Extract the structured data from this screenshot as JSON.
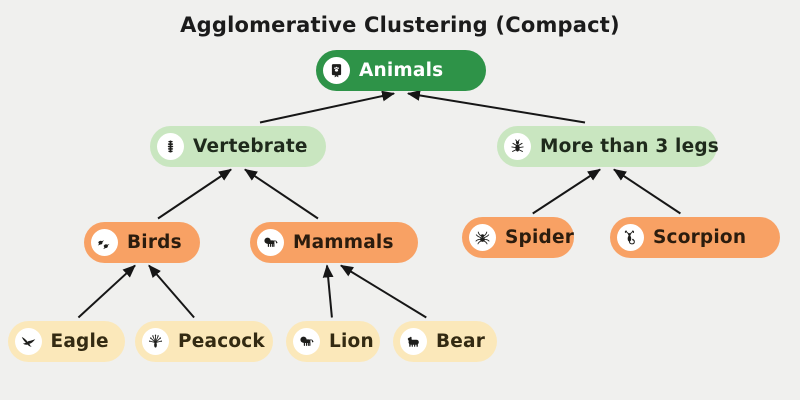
{
  "title": "Agglomerative Clustering (Compact)",
  "colors": {
    "background": "#f0f0ee",
    "edge": "#161616",
    "title_text": "#1b1b1b",
    "icon_badge_background": "#ffffff",
    "icon_glyph": "#1e1e1c",
    "node_styles": {
      "root": {
        "fill": "#2e9348",
        "text": "#ffffff"
      },
      "cluster": {
        "fill": "#c9e6c0",
        "text": "#1f2a1c"
      },
      "subcluster": {
        "fill": "#f8a164",
        "text": "#2b1c0e"
      },
      "leaf": {
        "fill": "#fbe8ba",
        "text": "#332a12"
      }
    }
  },
  "nodes": [
    {
      "id": "animals",
      "label": "Animals",
      "style": "root",
      "icon": "book-paw-icon"
    },
    {
      "id": "vertebrate",
      "label": "Vertebrate",
      "style": "cluster",
      "icon": "spine-icon"
    },
    {
      "id": "morelegs",
      "label": "More than 3 legs",
      "style": "cluster",
      "icon": "bug-icon"
    },
    {
      "id": "birds",
      "label": "Birds",
      "style": "subcluster",
      "icon": "birds-icon"
    },
    {
      "id": "mammals",
      "label": "Mammals",
      "style": "subcluster",
      "icon": "lion-icon"
    },
    {
      "id": "spider",
      "label": "Spider",
      "style": "subcluster",
      "icon": "spider-icon"
    },
    {
      "id": "scorpion",
      "label": "Scorpion",
      "style": "subcluster",
      "icon": "scorpion-icon"
    },
    {
      "id": "eagle",
      "label": "Eagle",
      "style": "leaf",
      "icon": "eagle-icon"
    },
    {
      "id": "peacock",
      "label": "Peacock",
      "style": "leaf",
      "icon": "peacock-icon"
    },
    {
      "id": "lion",
      "label": "Lion",
      "style": "leaf",
      "icon": "lion-icon"
    },
    {
      "id": "bear",
      "label": "Bear",
      "style": "leaf",
      "icon": "bear-icon"
    }
  ],
  "edges": [
    {
      "child": "vertebrate",
      "parent": "animals"
    },
    {
      "child": "morelegs",
      "parent": "animals"
    },
    {
      "child": "birds",
      "parent": "vertebrate"
    },
    {
      "child": "mammals",
      "parent": "vertebrate"
    },
    {
      "child": "spider",
      "parent": "morelegs"
    },
    {
      "child": "scorpion",
      "parent": "morelegs"
    },
    {
      "child": "eagle",
      "parent": "birds"
    },
    {
      "child": "peacock",
      "parent": "birds"
    },
    {
      "child": "lion",
      "parent": "mammals"
    },
    {
      "child": "bear",
      "parent": "mammals"
    }
  ]
}
